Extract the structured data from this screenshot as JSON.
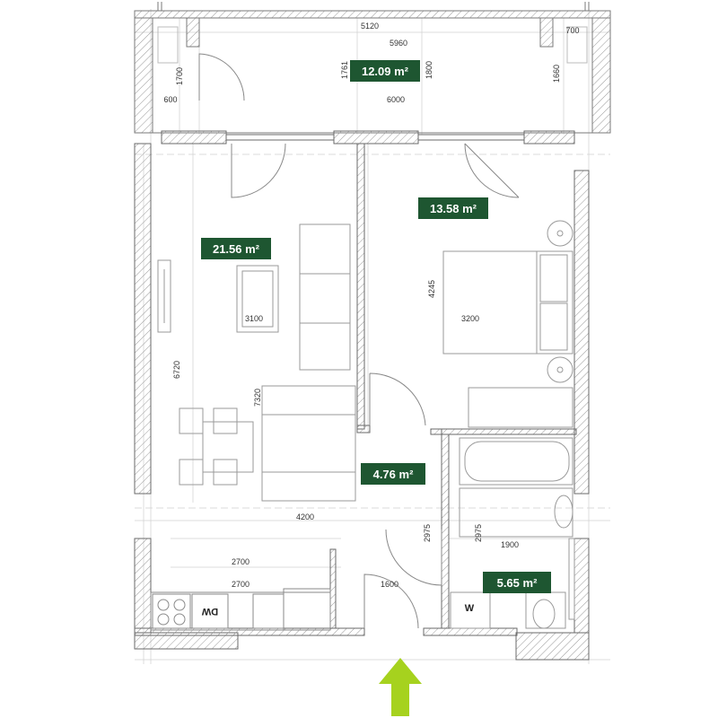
{
  "colors": {
    "badge_bg": "#1e5631",
    "badge_text": "#ffffff",
    "arrow": "#a6d21e",
    "wall_line": "#6a6a6a",
    "grid_line": "#c8c8c8"
  },
  "rooms": {
    "balcony": {
      "area": "12.09 m²"
    },
    "living": {
      "area": "21.56 m²"
    },
    "bedroom": {
      "area": "13.58 m²"
    },
    "hall": {
      "area": "4.76 m²"
    },
    "bathroom": {
      "area": "5.65 m²"
    }
  },
  "dimensions": {
    "top_5120": "5120",
    "top_5960": "5960",
    "balc_700": "700",
    "balc_1700": "1700",
    "balc_1761": "1761",
    "balc_1800": "1800",
    "balc_1660": "1660",
    "balc_600": "600",
    "balc_6000": "6000",
    "bed_4245": "4245",
    "bed_3200": "3200",
    "liv_3100": "3100",
    "liv_6720": "6720",
    "liv_7320": "7320",
    "mid_4200": "4200",
    "hall_2975": "2975",
    "bath_2975": "2975",
    "bath_1900": "1900",
    "kit_2700a": "2700",
    "kit_2700b": "2700",
    "door_1600": "1600"
  },
  "fixtures": {
    "dishwasher": "DW",
    "washer": "W"
  },
  "icons": {
    "entrance": "entrance-arrow-icon"
  }
}
